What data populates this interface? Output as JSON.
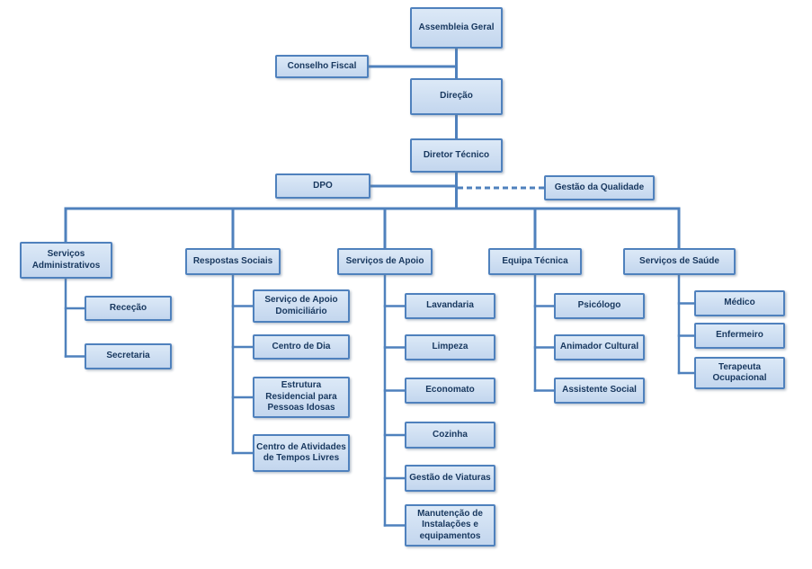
{
  "colors": {
    "box_fill": "#c9dcf2",
    "box_border": "#4f81bd",
    "connector": "#4f81bd",
    "text": "#17375e"
  },
  "nodes": {
    "assembleia_geral": {
      "label": "Assembleia Geral"
    },
    "conselho_fiscal": {
      "label": "Conselho Fiscal"
    },
    "direcao": {
      "label": "Direção"
    },
    "diretor_tecnico": {
      "label": "Diretor Técnico"
    },
    "dpo": {
      "label": "DPO"
    },
    "gestao_da_qualidade": {
      "label": "Gestão da Qualidade"
    },
    "servicos_administrativos": {
      "label": "Serviços Administrativos"
    },
    "rececao": {
      "label": "Receção"
    },
    "secretaria": {
      "label": "Secretaria"
    },
    "respostas_sociais": {
      "label": "Respostas Sociais"
    },
    "servico_apoio_domiciliario": {
      "label": "Serviço de Apoio Domiciliário"
    },
    "centro_de_dia": {
      "label": "Centro de Dia"
    },
    "estrutura_residencial": {
      "label": "Estrutura Residencial para Pessoas Idosas"
    },
    "centro_atividades_tempos_livres": {
      "label": "Centro de Atividades de Tempos Livres"
    },
    "servicos_de_apoio": {
      "label": "Serviços de Apoio"
    },
    "lavandaria": {
      "label": "Lavandaria"
    },
    "limpeza": {
      "label": "Limpeza"
    },
    "economato": {
      "label": "Economato"
    },
    "cozinha": {
      "label": "Cozinha"
    },
    "gestao_de_viaturas": {
      "label": "Gestão de Viaturas"
    },
    "manutencao_instalacoes": {
      "label": "Manutenção de Instalações e equipamentos"
    },
    "equipa_tecnica": {
      "label": "Equipa Técnica"
    },
    "psicologo": {
      "label": "Psicólogo"
    },
    "animador_cultural": {
      "label": "Animador Cultural"
    },
    "assistente_social": {
      "label": "Assistente Social"
    },
    "servicos_de_saude": {
      "label": "Serviços de Saúde"
    },
    "medico": {
      "label": "Médico"
    },
    "enfermeiro": {
      "label": "Enfermeiro"
    },
    "terapeuta_ocupacional": {
      "label": "Terapeuta Ocupacional"
    }
  },
  "edges": [
    {
      "from": "assembleia_geral",
      "to": "conselho_fiscal",
      "style": "solid"
    },
    {
      "from": "assembleia_geral",
      "to": "direcao",
      "style": "solid"
    },
    {
      "from": "direcao",
      "to": "diretor_tecnico",
      "style": "solid"
    },
    {
      "from": "diretor_tecnico",
      "to": "dpo",
      "style": "solid"
    },
    {
      "from": "diretor_tecnico",
      "to": "gestao_da_qualidade",
      "style": "dashed"
    },
    {
      "from": "diretor_tecnico",
      "to": "servicos_administrativos",
      "style": "solid"
    },
    {
      "from": "diretor_tecnico",
      "to": "respostas_sociais",
      "style": "solid"
    },
    {
      "from": "diretor_tecnico",
      "to": "servicos_de_apoio",
      "style": "solid"
    },
    {
      "from": "diretor_tecnico",
      "to": "equipa_tecnica",
      "style": "solid"
    },
    {
      "from": "diretor_tecnico",
      "to": "servicos_de_saude",
      "style": "solid"
    },
    {
      "from": "servicos_administrativos",
      "to": "rececao",
      "style": "solid"
    },
    {
      "from": "servicos_administrativos",
      "to": "secretaria",
      "style": "solid"
    },
    {
      "from": "respostas_sociais",
      "to": "servico_apoio_domiciliario",
      "style": "solid"
    },
    {
      "from": "respostas_sociais",
      "to": "centro_de_dia",
      "style": "solid"
    },
    {
      "from": "respostas_sociais",
      "to": "estrutura_residencial",
      "style": "solid"
    },
    {
      "from": "respostas_sociais",
      "to": "centro_atividades_tempos_livres",
      "style": "solid"
    },
    {
      "from": "servicos_de_apoio",
      "to": "lavandaria",
      "style": "solid"
    },
    {
      "from": "servicos_de_apoio",
      "to": "limpeza",
      "style": "solid"
    },
    {
      "from": "servicos_de_apoio",
      "to": "economato",
      "style": "solid"
    },
    {
      "from": "servicos_de_apoio",
      "to": "cozinha",
      "style": "solid"
    },
    {
      "from": "servicos_de_apoio",
      "to": "gestao_de_viaturas",
      "style": "solid"
    },
    {
      "from": "servicos_de_apoio",
      "to": "manutencao_instalacoes",
      "style": "solid"
    },
    {
      "from": "equipa_tecnica",
      "to": "psicologo",
      "style": "solid"
    },
    {
      "from": "equipa_tecnica",
      "to": "animador_cultural",
      "style": "solid"
    },
    {
      "from": "equipa_tecnica",
      "to": "assistente_social",
      "style": "solid"
    },
    {
      "from": "servicos_de_saude",
      "to": "medico",
      "style": "solid"
    },
    {
      "from": "servicos_de_saude",
      "to": "enfermeiro",
      "style": "solid"
    },
    {
      "from": "servicos_de_saude",
      "to": "terapeuta_ocupacional",
      "style": "solid"
    }
  ]
}
